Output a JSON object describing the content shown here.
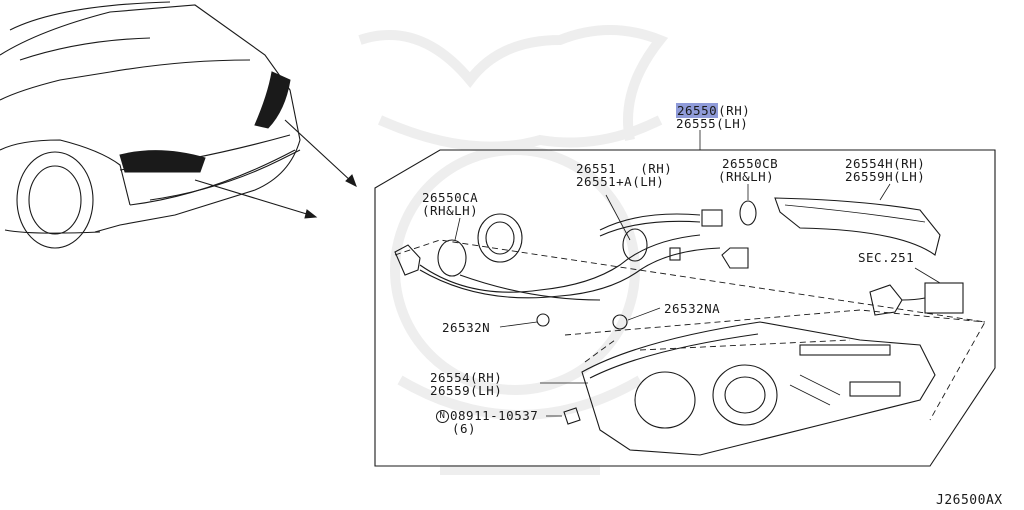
{
  "diagram": {
    "code": "J26500AX",
    "callouts": [
      {
        "id": "26550",
        "part": "26550",
        "variant": "(RH)"
      },
      {
        "id": "26555",
        "part": "26555",
        "variant": "(LH)"
      },
      {
        "id": "26551",
        "part": "26551",
        "variant": "(RH)"
      },
      {
        "id": "26551A",
        "part": "26551+A",
        "variant": "(LH)"
      },
      {
        "id": "26550CB",
        "part": "26550CB",
        "variant": "(RH&LH)"
      },
      {
        "id": "26554H",
        "part": "26554H",
        "variant": "(RH)"
      },
      {
        "id": "26559H",
        "part": "26559H",
        "variant": "(LH)"
      },
      {
        "id": "26550CA",
        "part": "26550CA",
        "variant": "(RH&LH)"
      },
      {
        "id": "sec251",
        "part": "SEC.251",
        "variant": ""
      },
      {
        "id": "26532N",
        "part": "26532N",
        "variant": ""
      },
      {
        "id": "26532NA",
        "part": "26532NA",
        "variant": ""
      },
      {
        "id": "26554",
        "part": "26554",
        "variant": "(RH)"
      },
      {
        "id": "26559",
        "part": "26559",
        "variant": "(LH)"
      },
      {
        "id": "08911",
        "part": "08911-10537",
        "variant": "(6)",
        "prefix": "N"
      }
    ]
  }
}
